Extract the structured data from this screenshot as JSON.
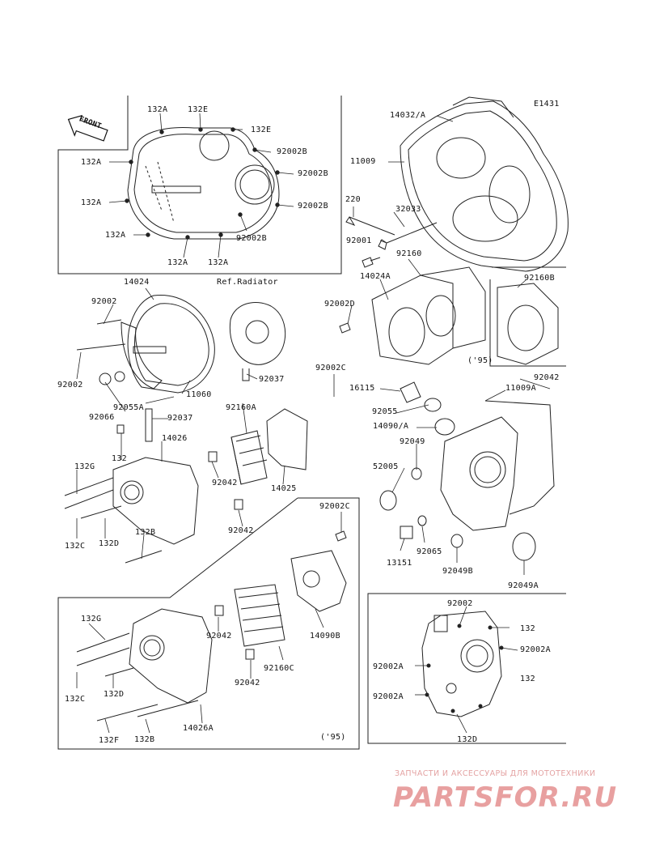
{
  "diagram_code": "E1431",
  "front_label": "FRONT",
  "ref_note": "Ref.Radiator",
  "year_note_1": "('95)",
  "year_note_2": "('95)",
  "watermark": {
    "subtitle": "ЗАПЧАСТИ И АКСЕССУАРЫ ДЛЯ МОТОТЕХНИКИ",
    "logo_text": "PARTSFOR.RU",
    "color": "#e8a0a0"
  },
  "labels": [
    {
      "id": "l1",
      "text": "132A"
    },
    {
      "id": "l2",
      "text": "132E"
    },
    {
      "id": "l3",
      "text": "132E"
    },
    {
      "id": "l4",
      "text": "92002B"
    },
    {
      "id": "l5",
      "text": "132A"
    },
    {
      "id": "l6",
      "text": "92002B"
    },
    {
      "id": "l7",
      "text": "132A"
    },
    {
      "id": "l8",
      "text": "92002B"
    },
    {
      "id": "l9",
      "text": "132A"
    },
    {
      "id": "l10",
      "text": "92002B"
    },
    {
      "id": "l11",
      "text": "132A"
    },
    {
      "id": "l12",
      "text": "132A"
    },
    {
      "id": "l13",
      "text": "14032/A"
    },
    {
      "id": "l14",
      "text": "11009"
    },
    {
      "id": "l15",
      "text": "220"
    },
    {
      "id": "l16",
      "text": "32033"
    },
    {
      "id": "l17",
      "text": "92001"
    },
    {
      "id": "l18",
      "text": "14024"
    },
    {
      "id": "l19",
      "text": "92002"
    },
    {
      "id": "l20",
      "text": "92002"
    },
    {
      "id": "l21",
      "text": "92066"
    },
    {
      "id": "l22",
      "text": "92055A"
    },
    {
      "id": "l23",
      "text": "92037"
    },
    {
      "id": "l24",
      "text": "11060"
    },
    {
      "id": "l25",
      "text": "92037"
    },
    {
      "id": "l26",
      "text": "92160A"
    },
    {
      "id": "l27",
      "text": "14024A"
    },
    {
      "id": "l28",
      "text": "92160"
    },
    {
      "id": "l29",
      "text": "92002D"
    },
    {
      "id": "l30",
      "text": "92160B"
    },
    {
      "id": "l31",
      "text": "92042"
    },
    {
      "id": "l32",
      "text": "92002C"
    },
    {
      "id": "l33",
      "text": "16115"
    },
    {
      "id": "l34",
      "text": "11009A"
    },
    {
      "id": "l35",
      "text": "92055"
    },
    {
      "id": "l36",
      "text": "14090/A"
    },
    {
      "id": "l37",
      "text": "92049"
    },
    {
      "id": "l38",
      "text": "52005"
    },
    {
      "id": "l39",
      "text": "132"
    },
    {
      "id": "l40",
      "text": "14026"
    },
    {
      "id": "l41",
      "text": "132G"
    },
    {
      "id": "l42",
      "text": "92042"
    },
    {
      "id": "l43",
      "text": "14025"
    },
    {
      "id": "l44",
      "text": "132C"
    },
    {
      "id": "l45",
      "text": "132D"
    },
    {
      "id": "l46",
      "text": "132B"
    },
    {
      "id": "l47",
      "text": "92042"
    },
    {
      "id": "l48",
      "text": "92002C"
    },
    {
      "id": "l49",
      "text": "13151"
    },
    {
      "id": "l50",
      "text": "92065"
    },
    {
      "id": "l51",
      "text": "92049B"
    },
    {
      "id": "l52",
      "text": "92049A"
    },
    {
      "id": "l53",
      "text": "132G"
    },
    {
      "id": "l54",
      "text": "92042"
    },
    {
      "id": "l55",
      "text": "14090B"
    },
    {
      "id": "l56",
      "text": "132C"
    },
    {
      "id": "l57",
      "text": "132D"
    },
    {
      "id": "l58",
      "text": "92042"
    },
    {
      "id": "l59",
      "text": "92160C"
    },
    {
      "id": "l60",
      "text": "132F"
    },
    {
      "id": "l61",
      "text": "132B"
    },
    {
      "id": "l62",
      "text": "14026A"
    },
    {
      "id": "l63",
      "text": "92002"
    },
    {
      "id": "l64",
      "text": "132"
    },
    {
      "id": "l65",
      "text": "92002A"
    },
    {
      "id": "l66",
      "text": "92002A"
    },
    {
      "id": "l67",
      "text": "132"
    },
    {
      "id": "l68",
      "text": "92002A"
    },
    {
      "id": "l69",
      "text": "132D"
    }
  ]
}
